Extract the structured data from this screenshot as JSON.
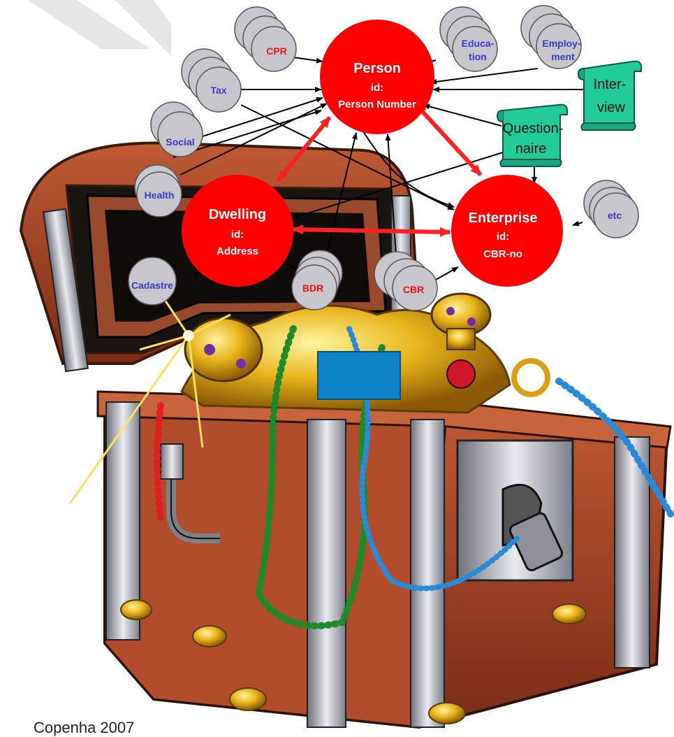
{
  "entities": {
    "person": {
      "name": "Person",
      "id_label": "id:",
      "id": "Person Number"
    },
    "dwelling": {
      "name": "Dwelling",
      "id_label": "id:",
      "id": "Address"
    },
    "enterprise": {
      "name": "Enterprise",
      "id_label": "id:",
      "id": "CBR-no"
    }
  },
  "sources": {
    "cpr": "CPR",
    "tax": "Tax",
    "social": "Social",
    "health": "Health",
    "cadastre": "Cadastre",
    "bdr": "BDR",
    "cbr": "CBR",
    "etc": "etc",
    "education": [
      "Educa-",
      "tion"
    ],
    "employment": [
      "Employ-",
      "ment"
    ]
  },
  "scrolls": {
    "interview": [
      "Inter-",
      "view"
    ],
    "questionnaire": [
      "Question-",
      "naire"
    ]
  },
  "footer": "Copenha 2007",
  "colors": {
    "entity": "#ff0000",
    "link_red": "#ff2020",
    "source_disc": "#c6c6cc",
    "scroll": "#22cc99",
    "chest_wood": "#a8472a",
    "metal": "#b8bcc4",
    "blue_box": "#0f84c8"
  }
}
